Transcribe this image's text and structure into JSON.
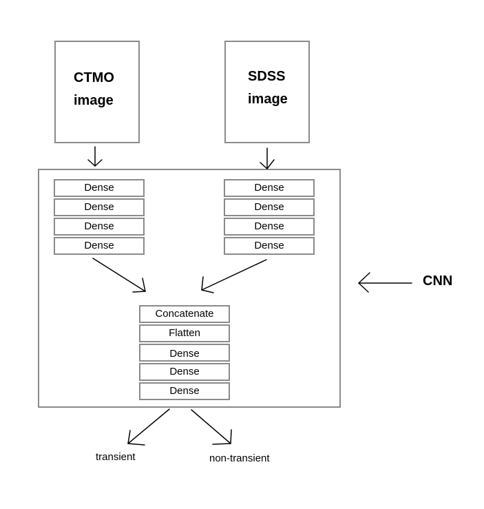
{
  "inputs": {
    "ctmo": {
      "line1": "CTMO",
      "line2": "image"
    },
    "sdss": {
      "line1": "SDSS",
      "line2": "image"
    }
  },
  "left_branch": [
    "Dense",
    "Dense",
    "Dense",
    "Dense"
  ],
  "right_branch": [
    "Dense",
    "Dense",
    "Dense",
    "Dense"
  ],
  "merge_stack": [
    "Concatenate",
    "Flatten",
    "Dense",
    "Dense",
    "Dense"
  ],
  "outputs": {
    "left": "transient",
    "right": "non-transient"
  },
  "container_label": "CNN"
}
